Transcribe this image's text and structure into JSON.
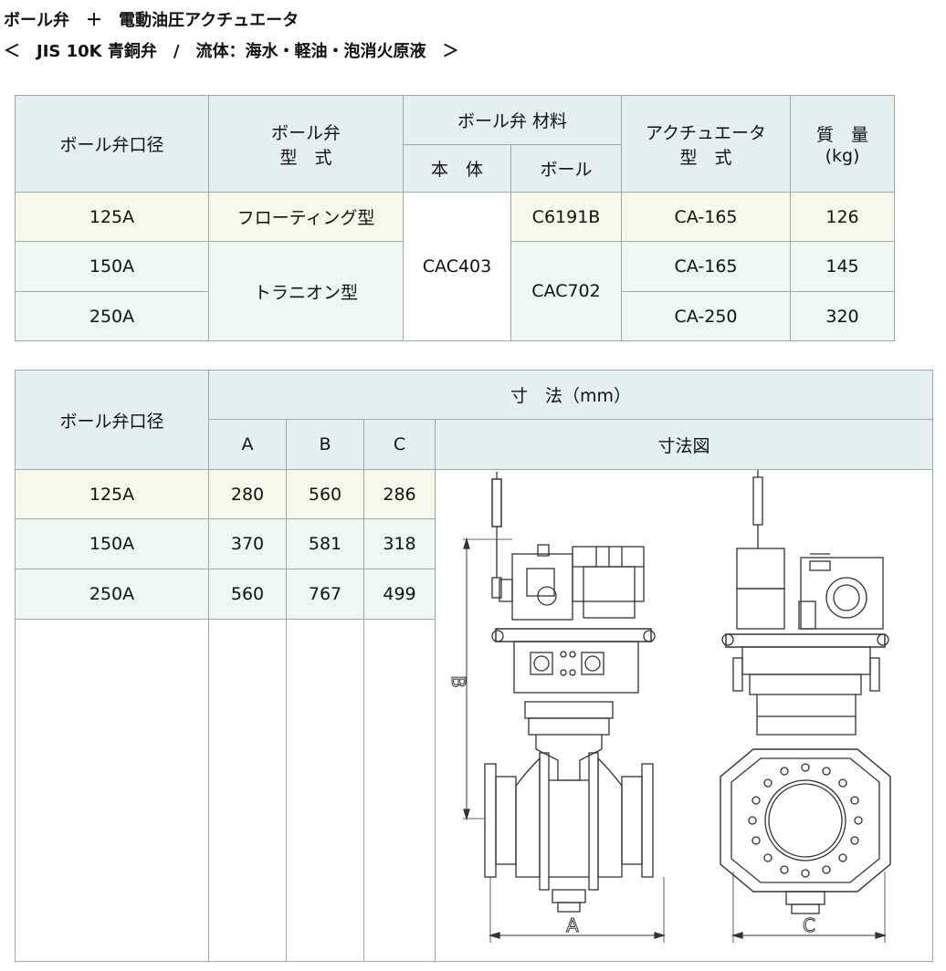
{
  "title_line1": "ボール弁　＋　電動油圧アクチュエータ",
  "title_line2": "＜　JIS 10K 青銅弁　/　流体：海水・軽油・泡消火原液　＞",
  "table1": {
    "h_size": "ボール弁口径",
    "h_type_1": "ボール弁",
    "h_type_2": "型　式",
    "h_material": "ボール弁 材料",
    "h_body": "本　体",
    "h_ball": "ボール",
    "h_actuator_1": "アクチュエータ",
    "h_actuator_2": "型　式",
    "h_mass_1": "質　量",
    "h_mass_2": "(kg)",
    "rows": [
      {
        "size": "125A",
        "valve_type": "フローティング型",
        "body": "CAC403",
        "ball": "C6191B",
        "actuator": "CA-165",
        "mass": "126"
      },
      {
        "size": "150A",
        "valve_type": "トラニオン型",
        "body": "CAC403",
        "ball": "CAC702",
        "actuator": "CA-165",
        "mass": "145"
      },
      {
        "size": "250A",
        "valve_type": "トラニオン型",
        "body": "CAC403",
        "ball": "CAC702",
        "actuator": "CA-250",
        "mass": "320"
      }
    ]
  },
  "table2": {
    "h_size": "ボール弁口径",
    "h_dims": "寸　法（mm）",
    "h_a": "A",
    "h_b": "B",
    "h_c": "C",
    "h_drawing": "寸法図",
    "rows": [
      {
        "size": "125A",
        "a": "280",
        "b": "560",
        "c": "286"
      },
      {
        "size": "150A",
        "a": "370",
        "b": "581",
        "c": "318"
      },
      {
        "size": "250A",
        "a": "560",
        "b": "767",
        "c": "499"
      }
    ],
    "drawing_labels": {
      "a": "A",
      "b": "B",
      "c": "C"
    }
  }
}
